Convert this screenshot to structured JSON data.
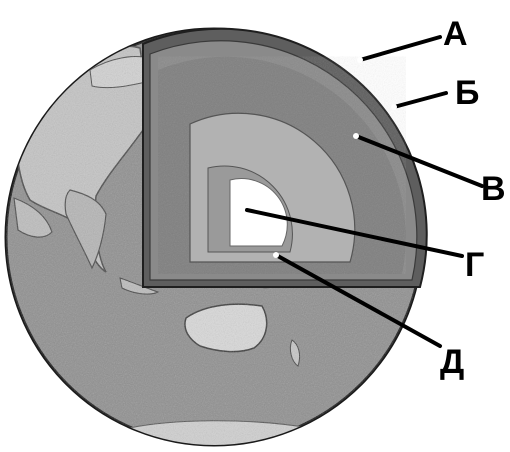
{
  "labels": {
    "a": "А",
    "b": "Б",
    "v": "В",
    "g": "Г",
    "d": "Д"
  },
  "colors": {
    "ocean": "#8f8f8f",
    "land": "#c9c9c9",
    "crust": "#6a6a6a",
    "mantle_outer": "#8c8c8c",
    "mantle_inner": "#a3a3a3",
    "outer_core": "#b8b8b8",
    "inner_core_ring": "#9d9d9d",
    "inner_core": "#ffffff",
    "line": "#000000"
  }
}
